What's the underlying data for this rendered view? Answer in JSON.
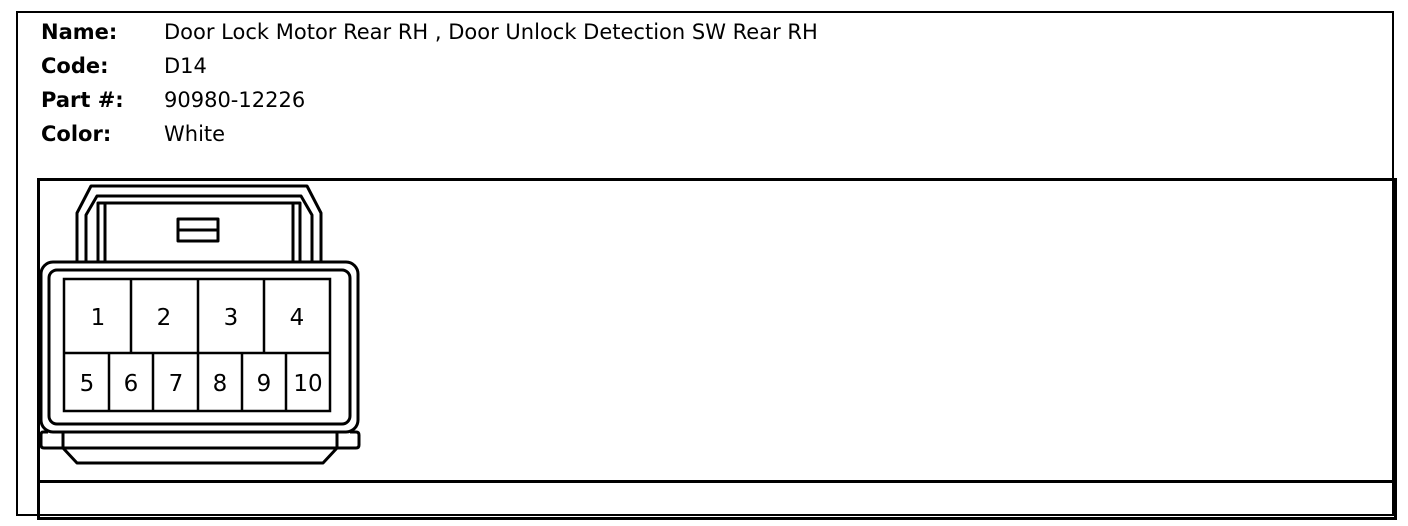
{
  "connector_info": {
    "name": {
      "label": "Name:",
      "value": "Door Lock Motor Rear RH , Door Unlock Detection SW Rear RH"
    },
    "code": {
      "label": "Code:",
      "value": "D14"
    },
    "part": {
      "label": "Part #:",
      "value": "90980-12226"
    },
    "color": {
      "label": "Color:",
      "value": "White"
    }
  },
  "pins": {
    "top_row": [
      "1",
      "2",
      "3",
      "4"
    ],
    "bottom_row": [
      "5",
      "6",
      "7",
      "8",
      "9",
      "10"
    ]
  }
}
